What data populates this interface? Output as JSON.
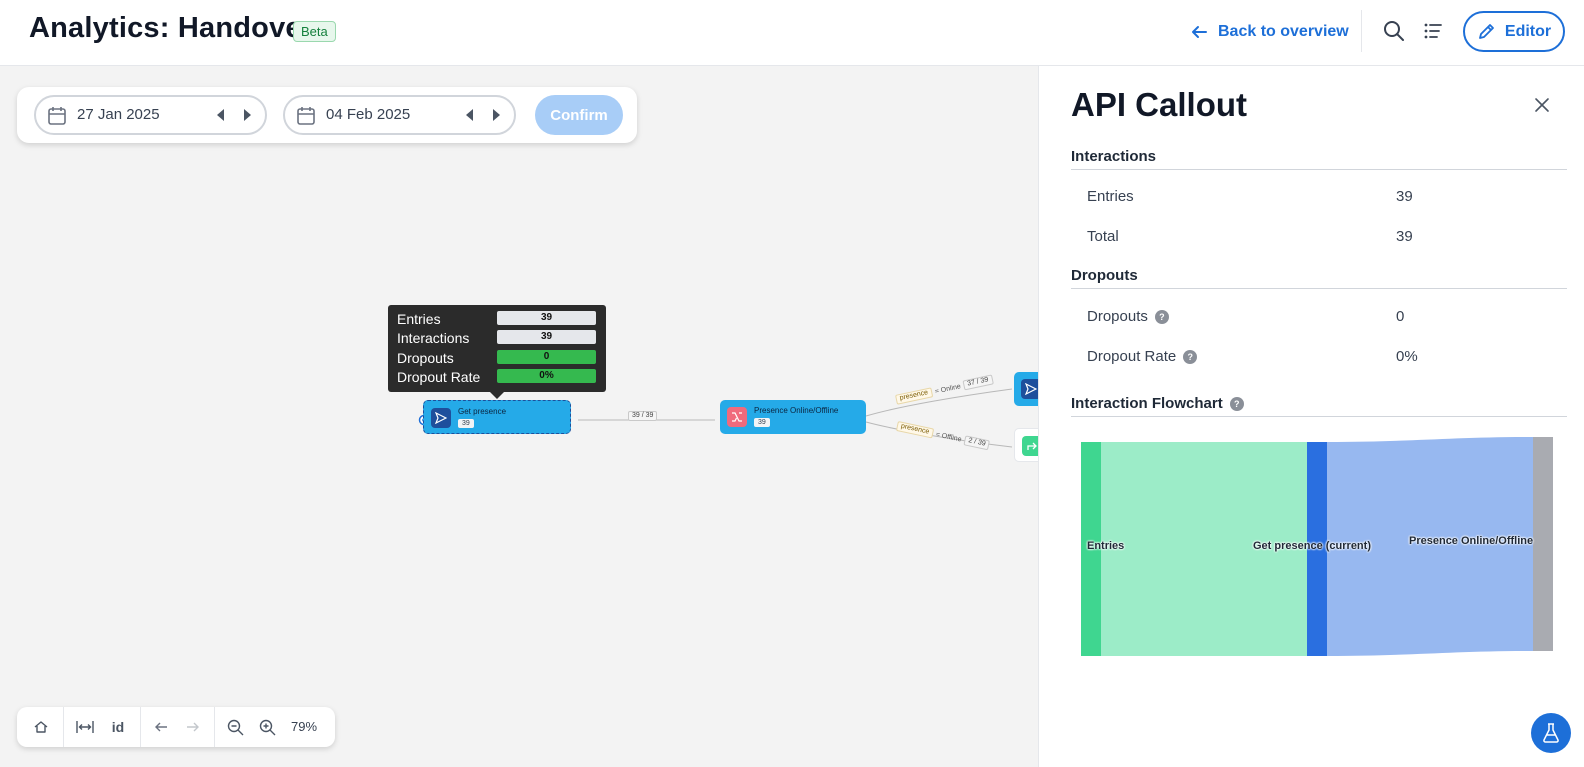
{
  "header": {
    "title": "Analytics: Handover",
    "badge": "Beta",
    "back_label": "Back to overview",
    "editor_label": "Editor"
  },
  "date_bar": {
    "start_date": "27 Jan 2025",
    "end_date": "04 Feb 2025",
    "confirm_label": "Confirm"
  },
  "canvas": {
    "nodes": [
      {
        "label": "Get presence",
        "count": "39"
      },
      {
        "label": "Presence Online/Offline",
        "count": "39"
      }
    ],
    "edges": [
      {
        "label": "39 / 39"
      },
      {
        "condition_key": "presence",
        "condition_val": "= Online",
        "count": "37 / 39"
      },
      {
        "condition_key": "presence",
        "condition_val": "= Offline",
        "count": "2 / 39"
      }
    ],
    "tooltip": {
      "entries_label": "Entries",
      "entries_value": "39",
      "interactions_label": "Interactions",
      "interactions_value": "39",
      "dropouts_label": "Dropouts",
      "dropouts_value": "0",
      "dropout_rate_label": "Dropout Rate",
      "dropout_rate_value": "0%"
    }
  },
  "toolbar": {
    "id_label": "id",
    "zoom": "79%"
  },
  "panel": {
    "title": "API Callout",
    "interactions": {
      "heading": "Interactions",
      "entries_label": "Entries",
      "entries_value": "39",
      "total_label": "Total",
      "total_value": "39"
    },
    "dropouts": {
      "heading": "Dropouts",
      "dropouts_label": "Dropouts",
      "dropouts_value": "0",
      "rate_label": "Dropout Rate",
      "rate_value": "0%"
    },
    "flowchart": {
      "heading": "Interaction Flowchart",
      "labels": [
        "Entries",
        "Get presence (current)",
        "Presence Online/Offline"
      ]
    }
  },
  "colors": {
    "accent": "#1d6fd8",
    "node_blue": "#25aae8",
    "success": "#35b94f",
    "sankey_green": "#3fd690",
    "sankey_green_light": "#9cecc8",
    "sankey_blue": "#2a6fe0",
    "sankey_blue_light": "#97b8f0",
    "sankey_grey": "#a9abb1"
  }
}
